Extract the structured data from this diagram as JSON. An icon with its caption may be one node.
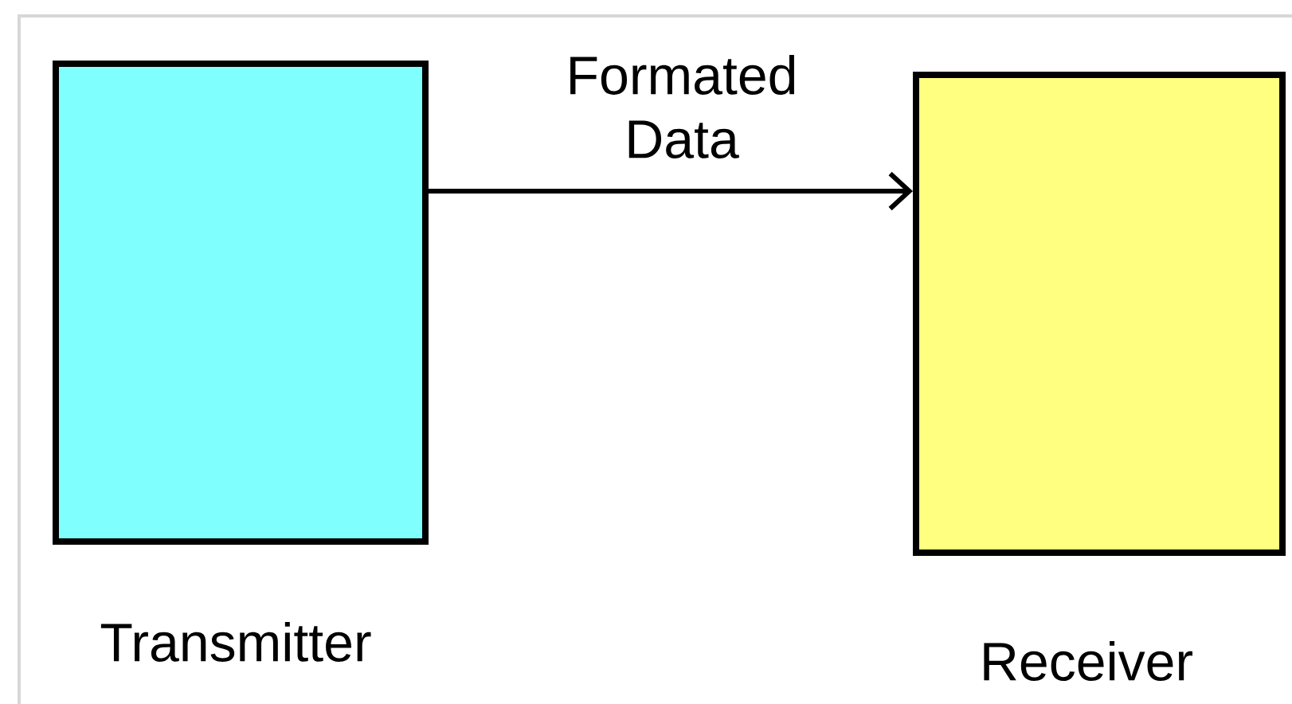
{
  "diagram": {
    "nodes": [
      {
        "text": [
          "Transmitter"
        ]
      },
      {
        "text": [
          "Receiver"
        ]
      }
    ],
    "edges": [
      {
        "from": 0,
        "to": 1,
        "arrow": "to",
        "label": "Formated Data"
      }
    ]
  }
}
